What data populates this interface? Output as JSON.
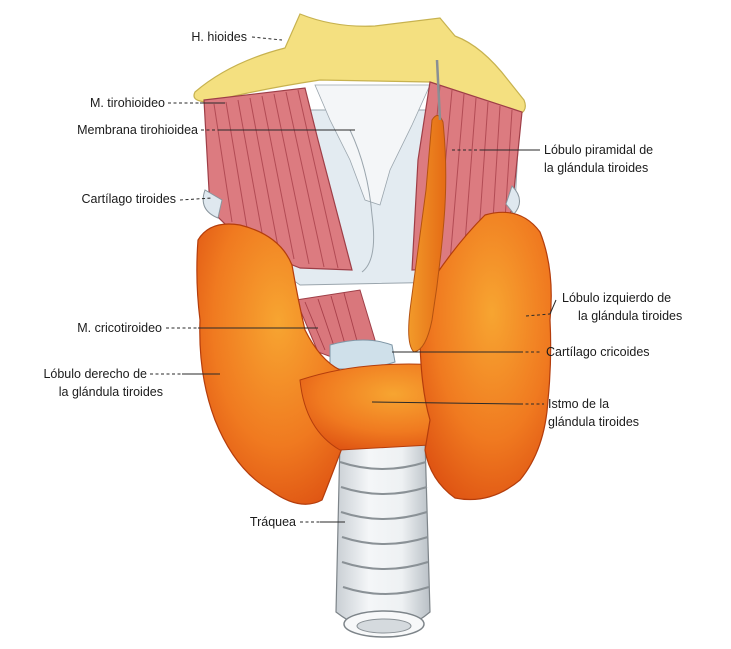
{
  "labels": {
    "hioides": "H. hioides",
    "tirohioideo": "M. tirohioideo",
    "membrana": "Membrana tirohioidea",
    "cartilago_tiroides": "Cartílago tiroides",
    "piramidal_1": "Lóbulo piramidal de",
    "piramidal_2": "la glándula tiroides",
    "izquierdo_1": "Lóbulo izquierdo de",
    "izquierdo_2": "la glándula tiroides",
    "cricotiroideo": "M. cricotiroideo",
    "cricoides": "Cartílago cricoides",
    "derecho_1": "Lóbulo derecho de",
    "derecho_2": "la glándula tiroides",
    "istmo_1": "Istmo de la",
    "istmo_2": "glándula tiroides",
    "traquea": "Tráquea"
  },
  "colors": {
    "hyoid": "#f3df7f",
    "muscle": "#d9777c",
    "muscle_fiber": "#a8404a",
    "membrane": "#eef1f4",
    "cartilage": "#dfe8ef",
    "gland": "#f06a1c",
    "gland_light": "#f6a22e",
    "trachea": "#e9ecef",
    "trachea_ring": "#8e9499"
  }
}
